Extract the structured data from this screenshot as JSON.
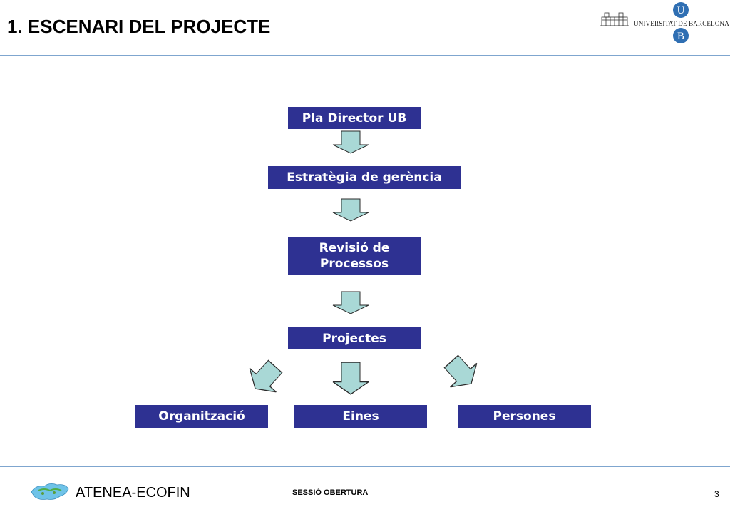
{
  "header": {
    "title": "1. ESCENARI DEL PROJECTE",
    "logo_text": "UNIVERSITAT DE BARCELONA",
    "logo_letters": [
      "U",
      "B"
    ]
  },
  "diagram": {
    "steps": [
      {
        "label": "Pla Director UB"
      },
      {
        "label": "Estratègia de gerència"
      },
      {
        "label": "Revisió de Processos"
      },
      {
        "label": "Projectes"
      }
    ],
    "outcomes": [
      {
        "label": "Organització"
      },
      {
        "label": "Eines"
      },
      {
        "label": "Persones"
      }
    ],
    "box_color": "#2e3192",
    "arrow_fill": "#a9d8d6"
  },
  "footer": {
    "brand": "ATENEA-ECOFIN",
    "session": "SESSIÓ OBERTURA",
    "page_number": "3"
  }
}
